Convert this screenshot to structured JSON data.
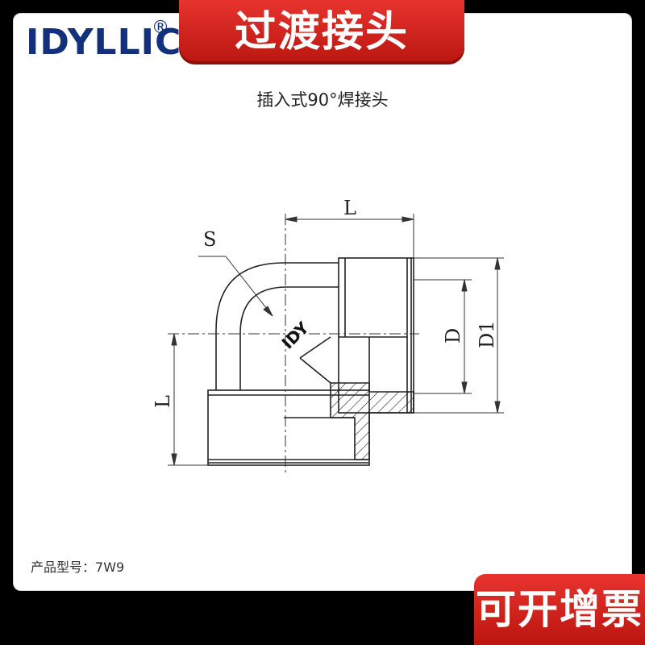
{
  "brand": {
    "name": "IDYLLIC",
    "registered_mark": "®"
  },
  "banner_top": {
    "text": "过渡接头"
  },
  "subtitle": "插入式90°焊接头",
  "drawing_labels": {
    "stamp": "IDY",
    "s": "S",
    "l_top": "L",
    "l_left": "L",
    "d": "D",
    "d1": "D1"
  },
  "model": {
    "label": "产品型号：",
    "value": "7W9"
  },
  "banner_bottom": {
    "text": "可开增票"
  },
  "colors": {
    "brand_blue": "#13307d",
    "banner_red": "#d42a22",
    "line": "#222222"
  }
}
